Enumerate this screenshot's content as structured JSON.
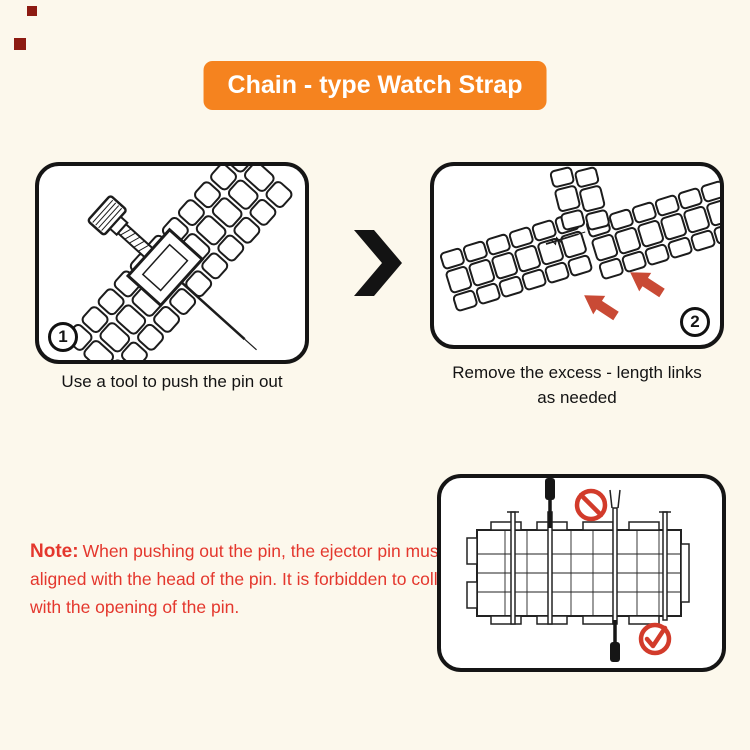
{
  "title": "Chain - type Watch Strap",
  "steps": {
    "step1": {
      "number": "1",
      "caption": "Use a tool to push the pin out"
    },
    "step2": {
      "number": "2",
      "caption_line1": "Remove the excess - length links",
      "caption_line2": "as needed"
    }
  },
  "note": {
    "label": "Note:",
    "text": "When pushing out the pin, the ejector pin must be aligned with the head of the pin. It is forbidden to collide with the opening of the pin."
  },
  "icons": {
    "next_arrow": "chevron-right-icon",
    "wrong_marker": "no-entry-icon",
    "correct_marker": "check-icon",
    "push_direction": "red-arrow-icon"
  },
  "colors": {
    "background": "#fcf8ec",
    "banner": "#f5831f",
    "note_text": "#e4372d",
    "marker_red": "#d23b2b",
    "arrow_red": "#c94a35",
    "line": "#1c1c1c"
  }
}
